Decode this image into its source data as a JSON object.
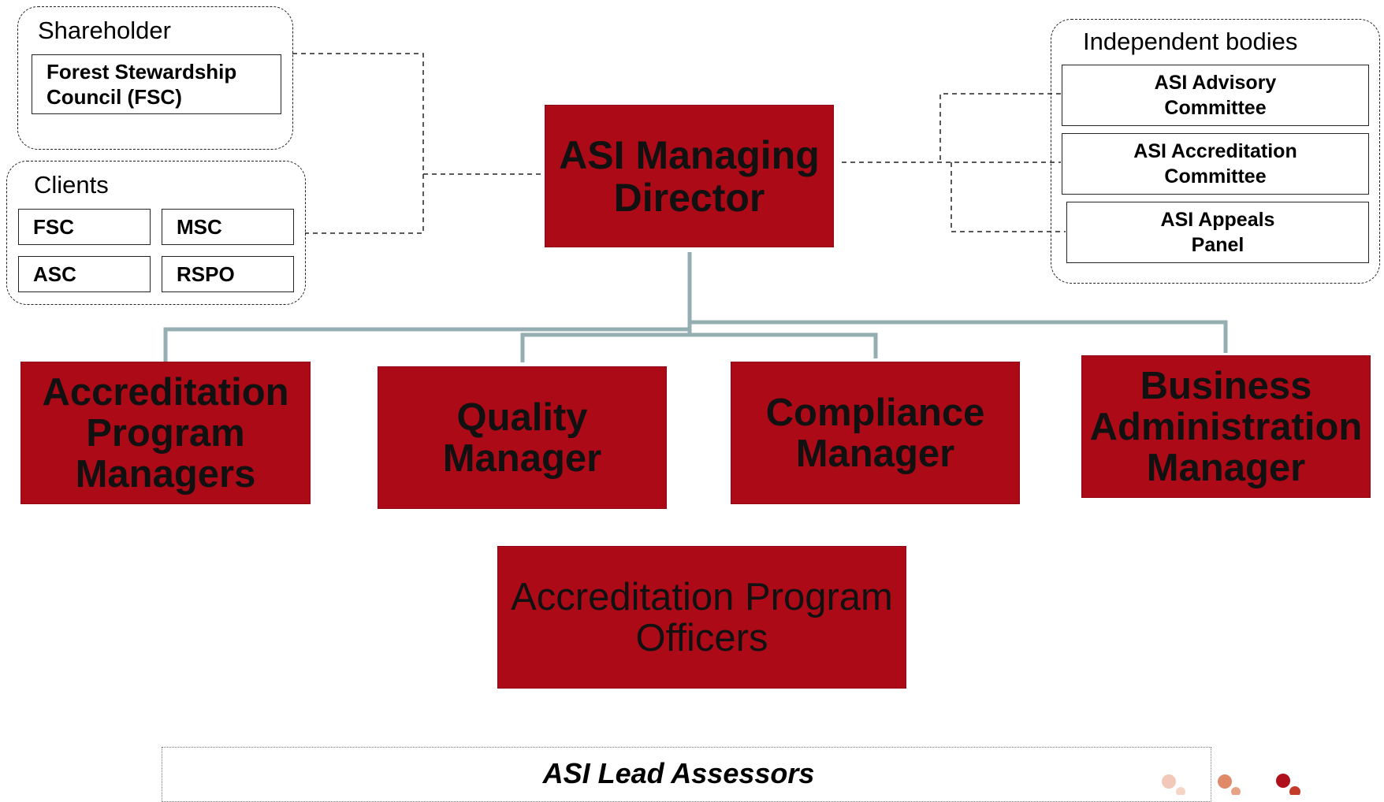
{
  "shareholder": {
    "title": "Shareholder",
    "box_line1": "Forest Stewardship",
    "box_line2": "Council (FSC)"
  },
  "clients": {
    "title": "Clients",
    "items": [
      "FSC",
      "MSC",
      "ASC",
      "RSPO"
    ]
  },
  "independent": {
    "title": "Independent bodies",
    "items": [
      {
        "line1": "ASI Advisory",
        "line2": "Committee"
      },
      {
        "line1": "ASI Accreditation",
        "line2": "Committee"
      },
      {
        "line1": "ASI Appeals",
        "line2": "Panel"
      }
    ]
  },
  "director": {
    "line1": "ASI Managing",
    "line2": "Director"
  },
  "managers": [
    {
      "line1": "Accreditation",
      "line2": "Program",
      "line3": "Managers"
    },
    {
      "line1": "Quality",
      "line2": "Manager"
    },
    {
      "line1": "Compliance",
      "line2": "Manager"
    },
    {
      "line1": "Business",
      "line2": "Administration",
      "line3": "Manager"
    }
  ],
  "officers": {
    "line1": "Accreditation Program",
    "line2": "Officers"
  },
  "assessors": {
    "title": "ASI Lead Assessors"
  },
  "colors": {
    "red_box": "#ad0a18",
    "connector": "#94aeb2",
    "dashed": "#222222",
    "logo_dots": [
      "#f2c9b8",
      "#e08a6a",
      "#c23a2a",
      "#b0101c"
    ]
  }
}
